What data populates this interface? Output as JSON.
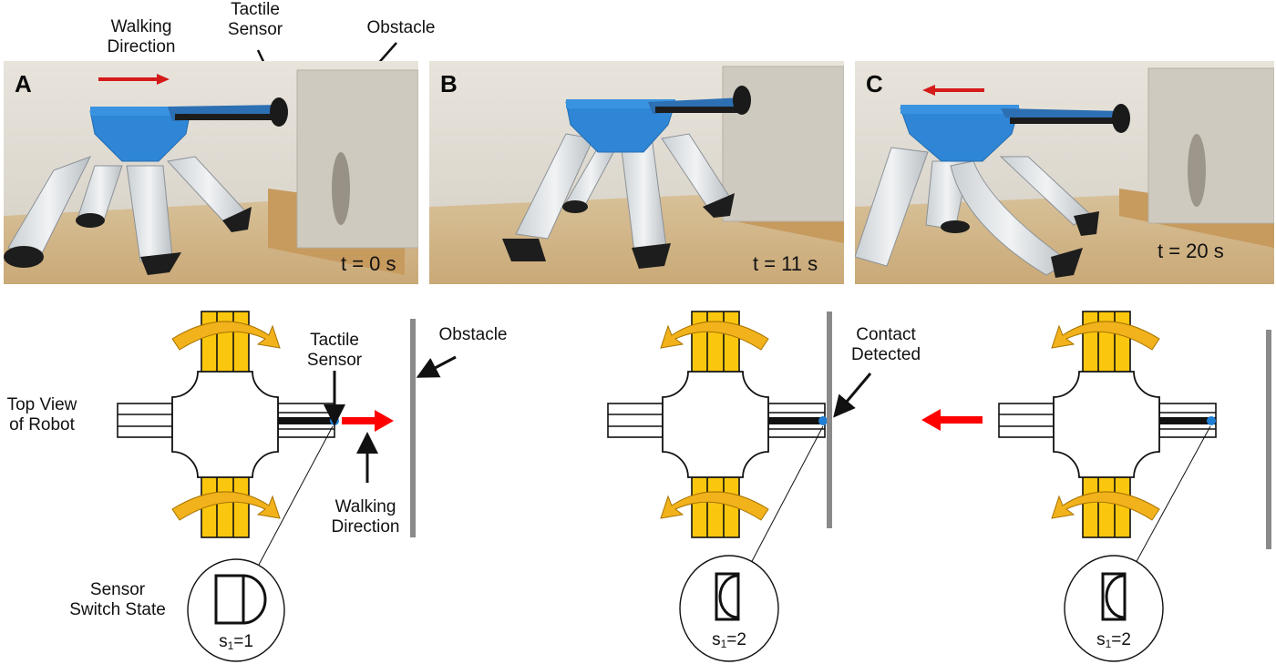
{
  "figure": {
    "colors": {
      "robot_blue": "#2f86d6",
      "leg_yellow": "#fbc70e",
      "rotation_arrow": "#f2b21b",
      "walk_arrow_red": "#ff0000",
      "photo_arrow_red": "#d41a1a",
      "sensor_dot": "#1f7fd4",
      "obstacle_gray": "#8a8a8a",
      "outline": "#111111"
    },
    "top_annotations": {
      "walking_direction": [
        "Walking",
        "Direction"
      ],
      "tactile_sensor": [
        "Tactile",
        "Sensor"
      ],
      "obstacle": "Obstacle"
    },
    "photos": [
      {
        "letter": "A",
        "time": "t = 0 s",
        "arrow": "right"
      },
      {
        "letter": "B",
        "time": "t = 11 s",
        "arrow": "none"
      },
      {
        "letter": "C",
        "time": "t = 20 s",
        "arrow": "left"
      }
    ],
    "diagrams": [
      {
        "labels": {
          "robot": [
            "Top View",
            "of Robot"
          ],
          "tactile_sensor": [
            "Tactile",
            "Sensor"
          ],
          "obstacle": "Obstacle",
          "walking_direction": [
            "Walking",
            "Direction"
          ],
          "switch_state": [
            "Sensor",
            "Switch State"
          ]
        },
        "rotation": "clockwise",
        "walk_arrow": "right",
        "switch": {
          "var": "s",
          "sub": "1",
          "value": "=1",
          "state": "open"
        }
      },
      {
        "labels": {
          "contact": [
            "Contact",
            "Detected"
          ]
        },
        "rotation": "counterclockwise",
        "walk_arrow": "none",
        "switch": {
          "var": "s",
          "sub": "1",
          "value": "=2",
          "state": "pressed"
        }
      },
      {
        "labels": {},
        "rotation": "counterclockwise",
        "walk_arrow": "left",
        "switch": {
          "var": "s",
          "sub": "1",
          "value": "=2",
          "state": "pressed"
        }
      }
    ]
  }
}
